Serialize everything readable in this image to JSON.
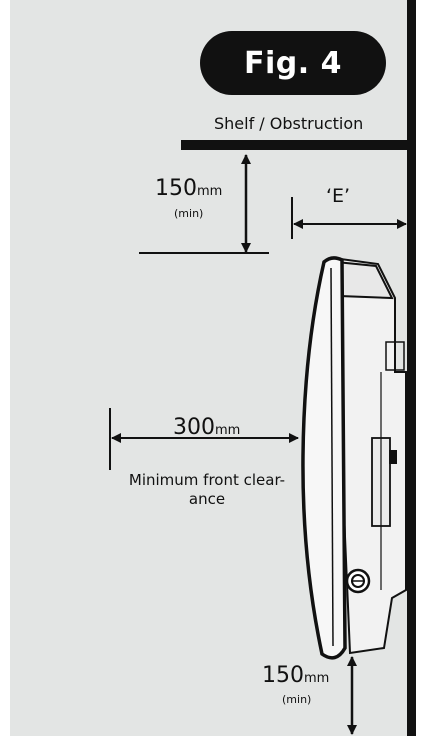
{
  "figure": {
    "title": "Fig. 4"
  },
  "labels": {
    "shelf": "Shelf  / Obstruction",
    "top_clearance_value": "150",
    "top_clearance_unit": "mm",
    "top_clearance_qualifier": "(min)",
    "wall_distance": "‘E’",
    "front_clearance_value": "300",
    "front_clearance_unit": "mm",
    "front_clearance_text": "Minimum front clear-ance",
    "bottom_clearance_value": "150",
    "bottom_clearance_unit": "mm",
    "bottom_clearance_qualifier": "(min)"
  },
  "colors": {
    "panel": "#e3e5e4",
    "ink": "#111111",
    "heater_body": "#ededed",
    "figure_badge": "#111111"
  }
}
